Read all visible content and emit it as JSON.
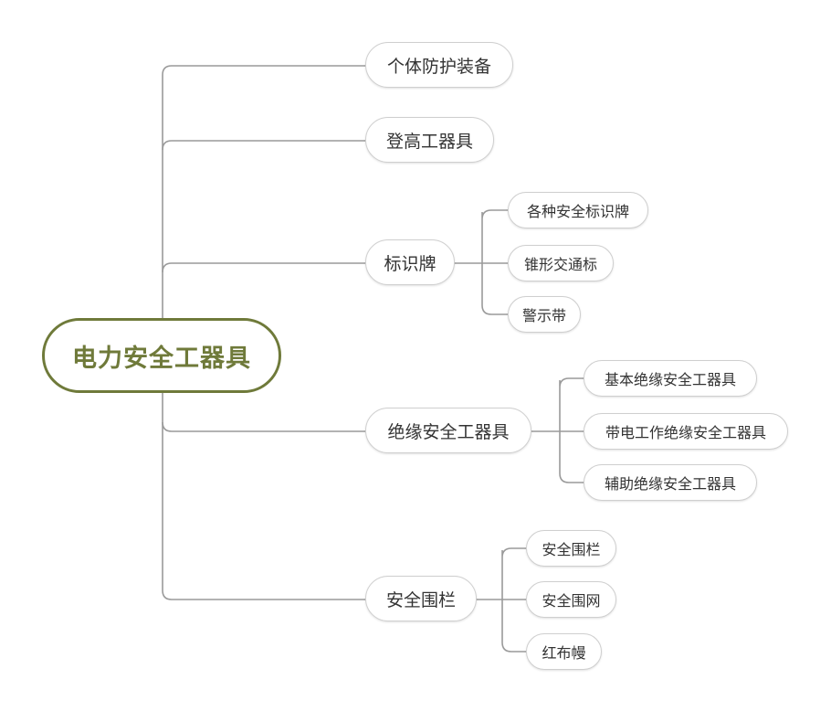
{
  "root": {
    "label": "电力安全工器具"
  },
  "branches": [
    {
      "label": "个体防护装备",
      "children": []
    },
    {
      "label": "登高工器具",
      "children": []
    },
    {
      "label": "标识牌",
      "children": [
        "各种安全标识牌",
        "锥形交通标",
        "警示带"
      ]
    },
    {
      "label": "绝缘安全工器具",
      "children": [
        "基本绝缘安全工器具",
        "带电工作绝缘安全工器具",
        "辅助绝缘安全工器具"
      ]
    },
    {
      "label": "安全围栏",
      "children": [
        "安全围栏",
        "安全围网",
        "红布幔"
      ]
    }
  ],
  "colors": {
    "root": "#6f7a3a",
    "line": "#9a9a9a",
    "node_border": "#cfcfcf",
    "text": "#333333"
  }
}
